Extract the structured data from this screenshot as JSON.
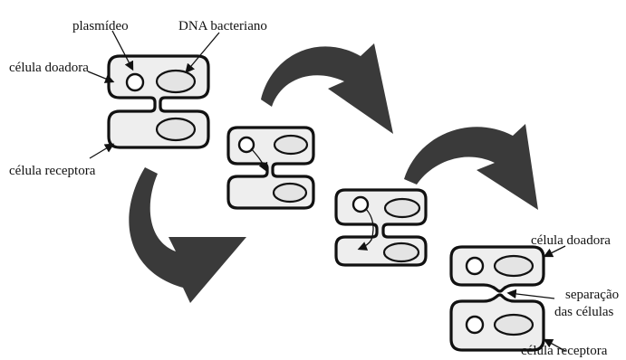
{
  "labels": {
    "plasmid": "plasmídeo",
    "dna": "DNA bacteriano",
    "donor_top": "célula doadora",
    "recipient_top": "célula receptora",
    "donor_bottom": "célula doadora",
    "separation_line1": "separação",
    "separation_line2": "das células",
    "recipient_bottom": "célula receptora"
  },
  "colors": {
    "cell_fill": "#eeeeee",
    "outline": "#111111",
    "arrow": "#3a3a3a",
    "background": "#ffffff"
  }
}
